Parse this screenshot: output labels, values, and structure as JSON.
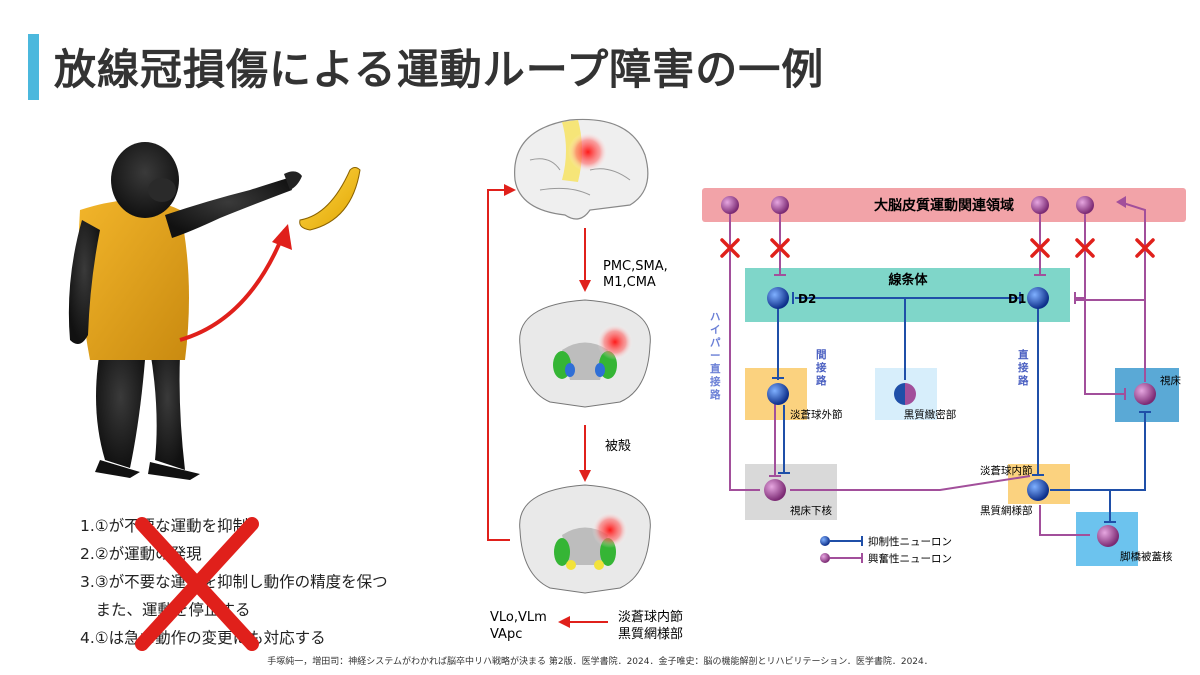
{
  "title": "放線冠損傷による運動ループ障害の一例",
  "list_items": [
    "1.①が不要な運動を抑制",
    "2.②が運動の発現",
    "3.③が不要な運動を抑制し動作の精度を保つ",
    "　また、運動を停止する",
    "4.①は急な動作の変更にも対応する"
  ],
  "flow": {
    "label_1": "PMC,SMA,",
    "label_1b": "M1,CMA",
    "label_2": "被殻",
    "out_left_1": "VLo,VLm",
    "out_left_2": "VApc",
    "out_right_1": "淡蒼球内節",
    "out_right_2": "黒質網様部"
  },
  "circuit": {
    "cortex": "大脳皮質運動関連領域",
    "striatum": "線条体",
    "d2": "D2",
    "d1": "D1",
    "gpe": "淡蒼球外節",
    "snc": "黒質緻密部",
    "stn": "視床下核",
    "gpi_1": "淡蒼球内節",
    "gpi_2": "黒質網様部",
    "thalamus": "視床",
    "ppn": "脚橋被蓋核",
    "indirect": [
      "間",
      "接",
      "路"
    ],
    "direct": [
      "直",
      "接",
      "路"
    ],
    "hyper": [
      "ハ",
      "イ",
      "パ",
      "ー",
      "直",
      "接",
      "路"
    ],
    "legend_inhib": "抑制性ニューロン",
    "legend_excit": "興奮性ニューロン"
  },
  "colors": {
    "accent": "#4bb8dd",
    "cortex_box": "#f2a3a8",
    "striatum_box": "#7fd6c9",
    "gpe_box": "#fbd27f",
    "snc_box": "#d7eefb",
    "stn_box": "#d9d9d9",
    "gpi_box": "#fbd27f",
    "thal_box": "#5aa9d6",
    "ppn_box": "#6cc3ee",
    "inhib": "#1f4fa8",
    "excit": "#a24f9b",
    "cross": "#e0201b"
  },
  "citation": "手塚純一，増田司：神経システムがわかれば脳卒中リハ戦略が決まる 第2版．医学書院．2024．金子唯史：脳の機能解剖とリハビリテーション．医学書院．2024．"
}
